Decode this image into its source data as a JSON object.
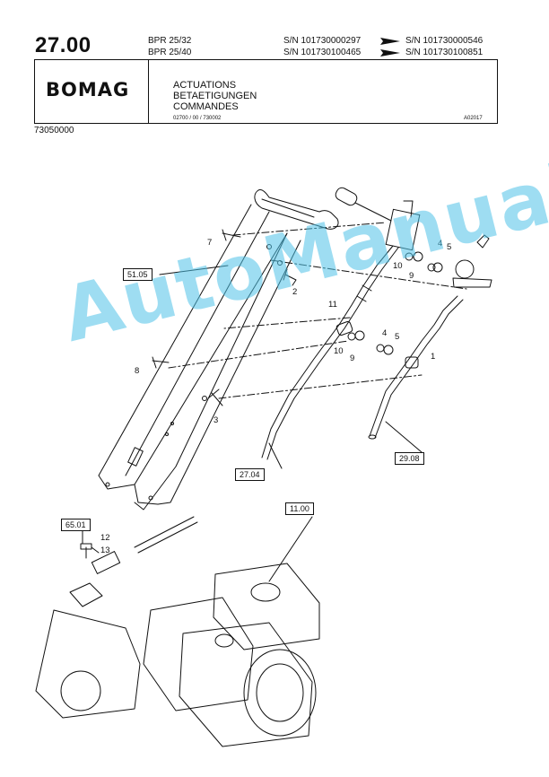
{
  "header": {
    "page_number": "27.00",
    "models": [
      "BPR 25/32",
      "BPR 25/40"
    ],
    "serials": [
      {
        "from": "S/N 101730000297",
        "to": "S/N 101730000546"
      },
      {
        "from": "S/N 101730100465",
        "to": "S/N 101730100851"
      }
    ],
    "logo": "BOMAG",
    "titles": [
      "ACTUATIONS",
      "BETAETIGUNGEN",
      "COMMANDES"
    ],
    "doc_code": "02700 / 00 / 730002",
    "drawing_code": "A02017",
    "ref_code": "73050000"
  },
  "diagram": {
    "callouts": {
      "c1": "1",
      "c2": "2",
      "c3": "3",
      "c4a": "4",
      "c5a": "5",
      "c4b": "4",
      "c5b": "5",
      "c7": "7",
      "c8": "8",
      "c9a": "9",
      "c9b": "9",
      "c10a": "10",
      "c10b": "10",
      "c11": "11",
      "c12": "12",
      "c13": "13"
    },
    "refs": {
      "r5105": "51.05",
      "r2704": "27.04",
      "r2908": "29.08",
      "r6501": "65.01",
      "r1100": "11.00"
    }
  },
  "watermark": "AutoManual"
}
